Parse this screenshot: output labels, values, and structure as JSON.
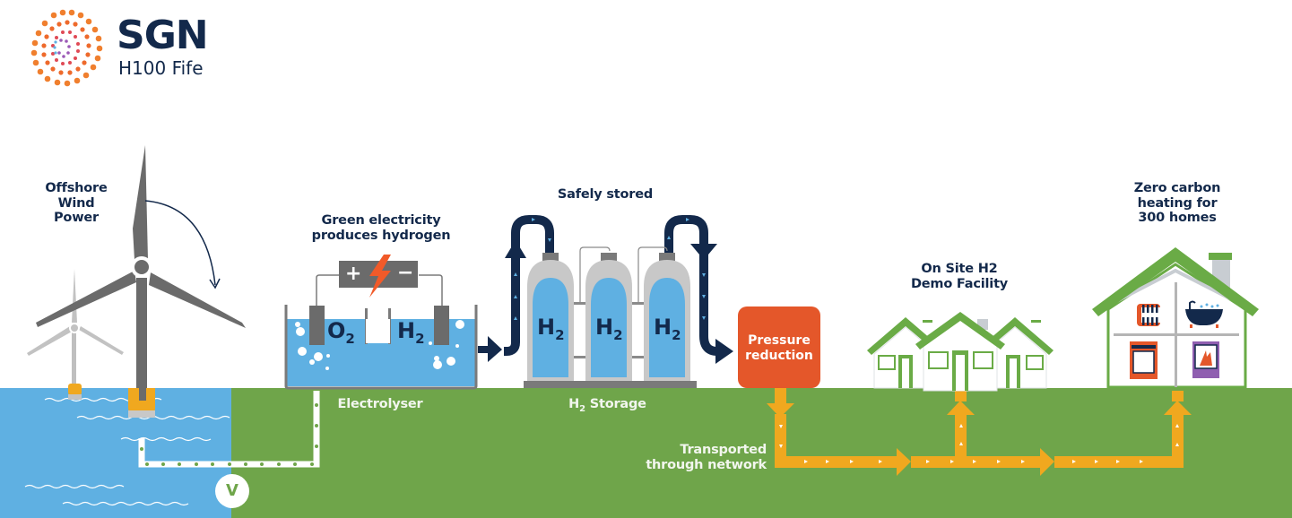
{
  "logo": {
    "brand": "SGN",
    "project": "H100 Fife",
    "icon": "concentric-dots-logo-icon"
  },
  "colors": {
    "navy": "#13294b",
    "green_ground": "#6fa54a",
    "house_green": "#6aab46",
    "sea_blue": "#5fb0e2",
    "water_blue": "#5fb0e2",
    "orange": "#e4572a",
    "pipe_yellow": "#f0a81f",
    "turbine_grey": "#6b6b6b",
    "light_grey": "#bfbfbf"
  },
  "labels": {
    "offshore_wind": [
      "Offshore",
      "Wind",
      "Power"
    ],
    "green_electricity": [
      "Green electricity",
      "produces hydrogen"
    ],
    "safely_stored": "Safely stored",
    "zero_carbon": [
      "Zero carbon",
      "heating for",
      "300 homes"
    ],
    "demo_facility": [
      "On Site H2",
      "Demo Facility"
    ],
    "electrolyser": "Electrolyser",
    "h2_storage": "H",
    "h2_storage_sub": "2",
    "h2_storage_rest": " Storage",
    "pressure_reduction": [
      "Pressure",
      "reduction"
    ],
    "transported": [
      "Transported",
      "through network"
    ],
    "valve": "V"
  },
  "electrolyser": {
    "left_gas": "O",
    "left_sub": "2",
    "right_gas": "H",
    "right_sub": "2",
    "battery_plus": "+",
    "battery_minus": "−",
    "icon": "lightning-bolt-icon"
  },
  "storage_tanks": [
    {
      "gas": "H",
      "sub": "2"
    },
    {
      "gas": "H",
      "sub": "2"
    },
    {
      "gas": "H",
      "sub": "2"
    }
  ],
  "home_appliances": [
    "radiator-icon",
    "bathtub-icon",
    "cooker-icon",
    "fireplace-icon"
  ]
}
